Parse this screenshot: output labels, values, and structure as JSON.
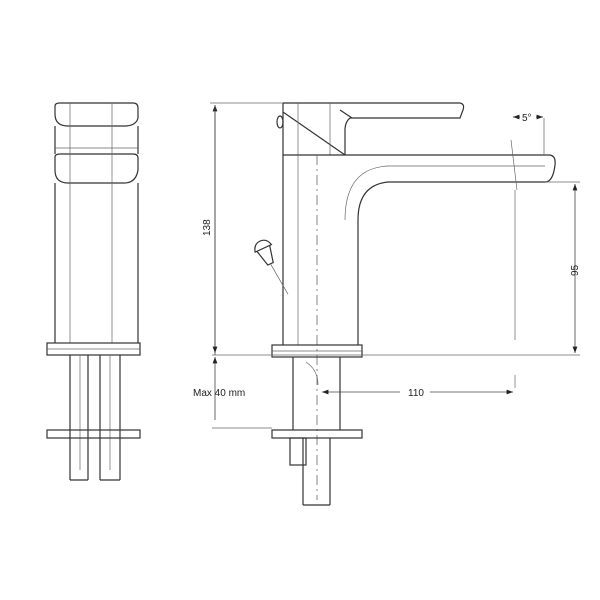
{
  "dimensions": {
    "height_total": "138",
    "spout_height": "95",
    "spout_reach": "110",
    "lever_angle": "5°",
    "max_counter_thickness": "Max 40 mm"
  },
  "colors": {
    "line": "#333333",
    "background": "#ffffff"
  }
}
